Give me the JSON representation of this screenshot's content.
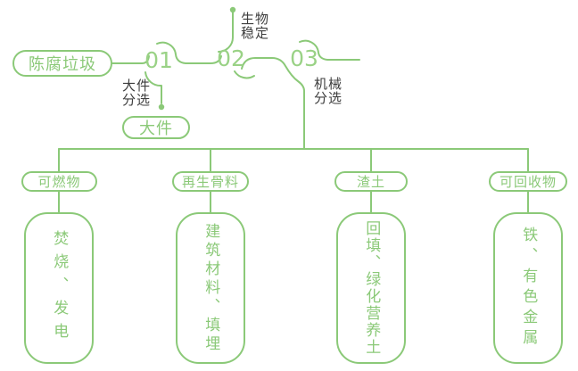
{
  "diagram": {
    "title_hint": "waste-processing-flow",
    "colors": {
      "line": "#8BC978",
      "number": "#9AD286",
      "label": "#3D3D3D",
      "background": "#FFFFFF"
    },
    "source": {
      "label": "陈腐垃圾"
    },
    "steps": [
      {
        "num": "01",
        "process": "大件\n分选",
        "output": "大件"
      },
      {
        "num": "02",
        "process": "生物\n稳定"
      },
      {
        "num": "03",
        "process": "机械\n分选"
      }
    ],
    "categories": [
      {
        "name": "可燃物",
        "result": "焚烧、发电"
      },
      {
        "name": "再生骨料",
        "result": "建筑材料、填埋"
      },
      {
        "name": "渣土",
        "result": "回填、绿化营养土"
      },
      {
        "name": "可回收物",
        "result": "铁、有色金属"
      }
    ]
  }
}
